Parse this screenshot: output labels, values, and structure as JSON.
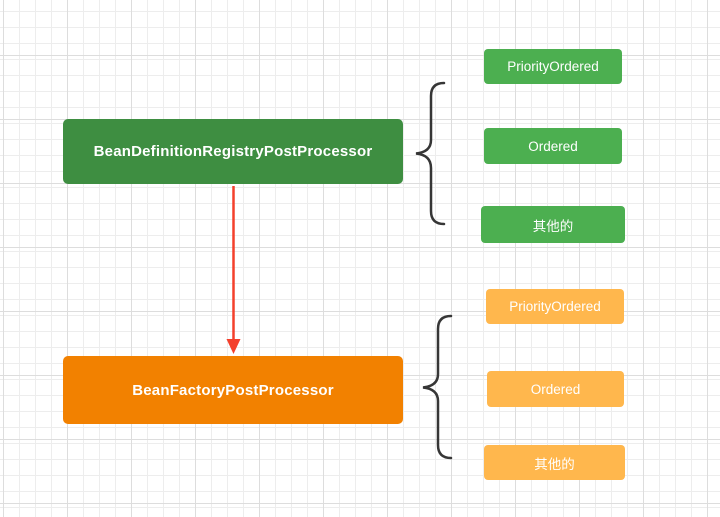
{
  "canvas": {
    "background": "#ffffff",
    "grid_minor_color": "#ededed",
    "grid_major_color": "#dddddd"
  },
  "nodes": {
    "registry_post_processor": {
      "label": "BeanDefinitionRegistryPostProcessor",
      "fill": "#3E8E41",
      "text_color": "#ffffff"
    },
    "factory_post_processor": {
      "label": "BeanFactoryPostProcessor",
      "fill": "#F28100",
      "text_color": "#ffffff"
    }
  },
  "groups": [
    {
      "name": "registry-order-types",
      "fill": "#4CAF50",
      "text_color": "#ffffff",
      "items": [
        {
          "label": "PriorityOrdered"
        },
        {
          "label": "Ordered"
        },
        {
          "label": "其他的"
        }
      ]
    },
    {
      "name": "factory-order-types",
      "fill": "#FFB74D",
      "text_color": "#ffffff",
      "items": [
        {
          "label": "PriorityOrdered"
        },
        {
          "label": "Ordered"
        },
        {
          "label": "其他的"
        }
      ]
    }
  ],
  "connectors": {
    "arrow_color": "#F4402C",
    "brace_color": "#363636"
  }
}
